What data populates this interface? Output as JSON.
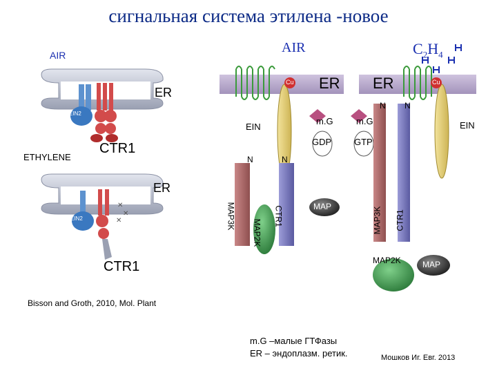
{
  "title": "сигнальная система этилена -новое",
  "left_panel": {
    "air_label": "AIR",
    "er_label_top": "ER",
    "ein2_label_top": "EIN2",
    "ethylene_label": "ETHYLENE",
    "ctr1_label_top": "CTR1",
    "er_label_bottom": "ER",
    "ein2_label_bottom": "EIN2",
    "ctr1_label_bottom": "CTR1"
  },
  "right_panel": {
    "air_label": "AIR",
    "ethylene_formula": {
      "c": "C",
      "c_sub": "2",
      "h": "H",
      "h_sub": "4"
    },
    "er_left": "ER",
    "er_right": "ER",
    "copper_left": "Cu",
    "copper_right": "Cu",
    "ein_left": "EIN",
    "ein_right": "EIN",
    "mg_left": "m.G",
    "mg_right": "m.G",
    "gdp": "GDP",
    "gtp": "GTP",
    "n_left_1": "N",
    "n_left_2": "N",
    "n_right_1": "N",
    "n_right_2": "N",
    "map3k_left": "MAP3K",
    "map2k_left": "MAP2K",
    "ctr1_left": "CTR1",
    "map_left": "MAP",
    "map3k_right": "MAP3K",
    "ctr1_right": "CTR1",
    "map2k_right": "MAP2K",
    "map_right": "MAP"
  },
  "citation": "Bisson and Groth, 2010, Mol. Plant",
  "legend": {
    "line1": "m.G –малые ГТФазы",
    "line2": "ER – эндоплазм. ретик."
  },
  "author": "Мошков Иг. Евг. 2013",
  "colors": {
    "title": "#0c2a86",
    "membrane": "#b8a8cc",
    "receptor": "#e8d27a",
    "ctr1": "#d24b4b",
    "ein2": "#3a78c0",
    "map3k": "#b87070",
    "ctr1_bar": "#7a7ac0",
    "map2k": "#3f9a4f",
    "map": "#333333",
    "mg": "#b85080",
    "cu": "#d03030"
  }
}
